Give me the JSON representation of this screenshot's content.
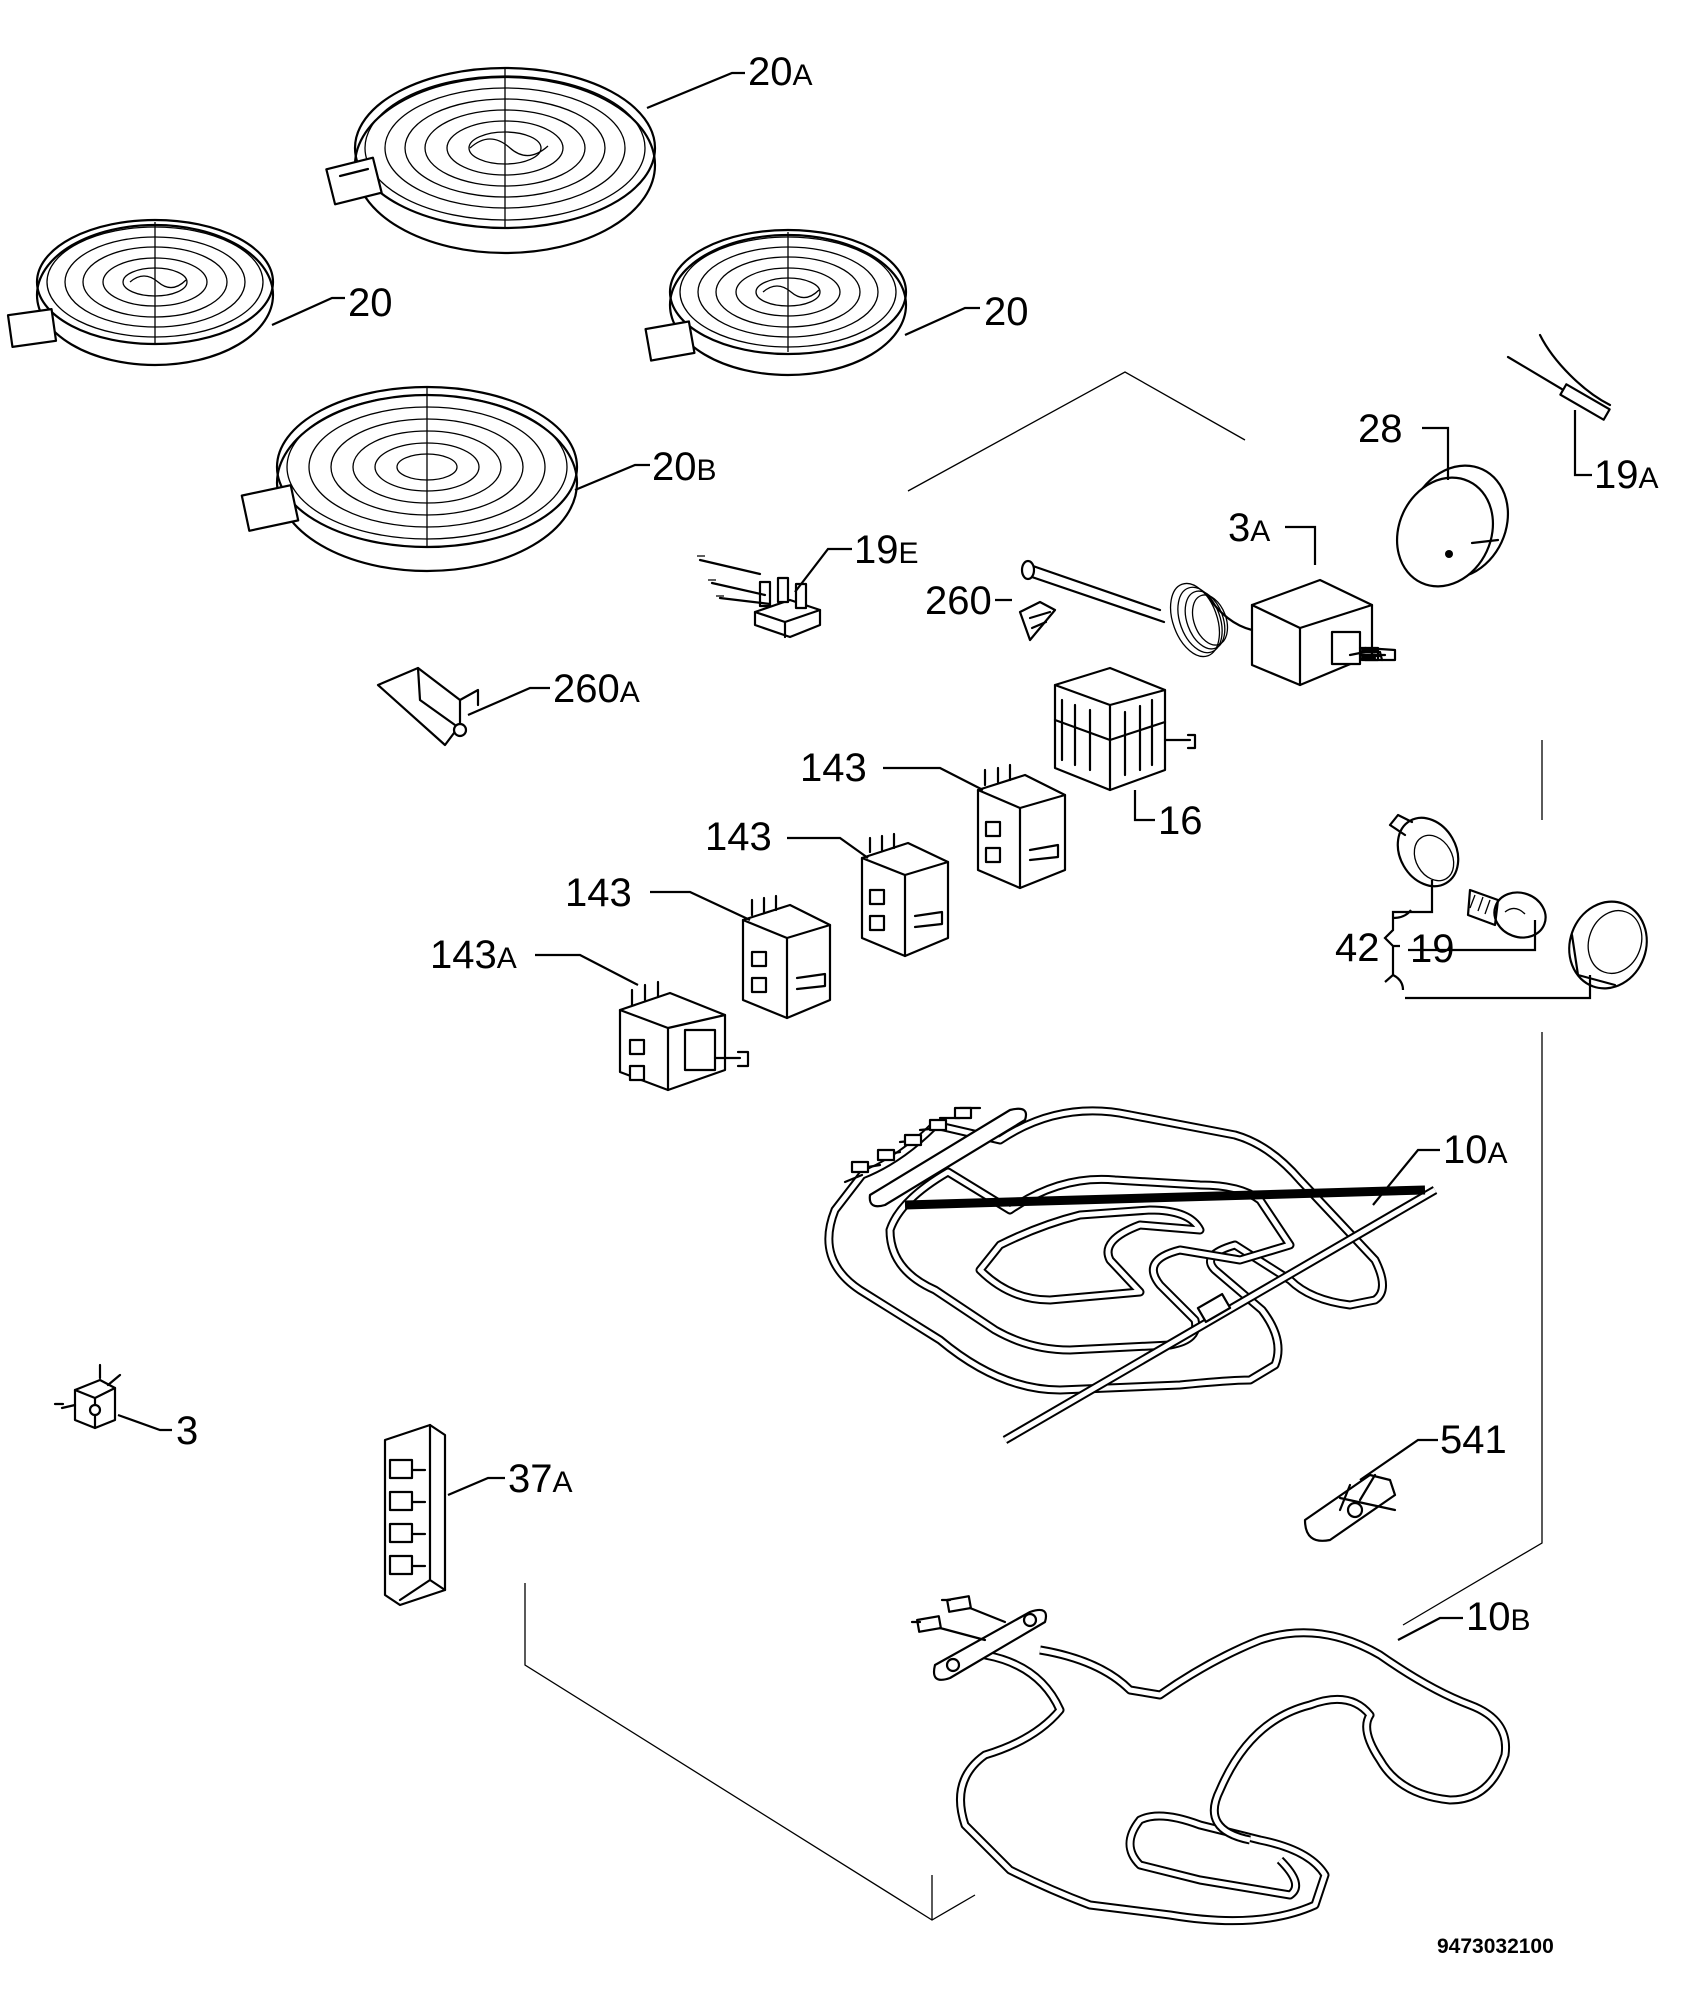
{
  "callouts": {
    "c20a": {
      "num": "20",
      "suffix": "A"
    },
    "c20l": {
      "num": "20",
      "suffix": ""
    },
    "c20r": {
      "num": "20",
      "suffix": ""
    },
    "c20b": {
      "num": "20",
      "suffix": "B"
    },
    "c28": {
      "num": "28",
      "suffix": ""
    },
    "c19a": {
      "num": "19",
      "suffix": "A"
    },
    "c3a": {
      "num": "3",
      "suffix": "A"
    },
    "c19e": {
      "num": "19",
      "suffix": "E"
    },
    "c260": {
      "num": "260",
      "suffix": ""
    },
    "c260a": {
      "num": "260",
      "suffix": "A"
    },
    "c16": {
      "num": "16",
      "suffix": ""
    },
    "c143a": {
      "num": "143",
      "suffix": ""
    },
    "c143b": {
      "num": "143",
      "suffix": ""
    },
    "c143c": {
      "num": "143",
      "suffix": ""
    },
    "c143A": {
      "num": "143",
      "suffix": "A"
    },
    "c42": {
      "num": "42",
      "suffix": ""
    },
    "c19": {
      "num": "19",
      "suffix": ""
    },
    "c10a": {
      "num": "10",
      "suffix": "A"
    },
    "c3": {
      "num": "3",
      "suffix": ""
    },
    "c37a": {
      "num": "37",
      "suffix": "A"
    },
    "c541": {
      "num": "541",
      "suffix": ""
    },
    "c10b": {
      "num": "10",
      "suffix": "B"
    }
  },
  "document_number": "9473032100"
}
